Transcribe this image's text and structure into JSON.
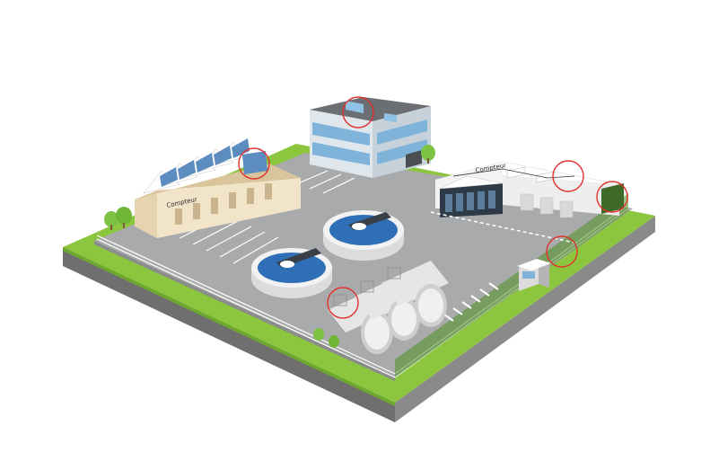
{
  "labels": {
    "factory_roof": "Compteur",
    "warehouse_roof": "Compteur"
  },
  "colors": {
    "grass": "#8cc63f",
    "grass_dark": "#6ea72e",
    "ground_side": "#7c7c7c",
    "asphalt": "#a9aaab",
    "office_wall": "#e9eef2",
    "office_glass": "#7fb3d9",
    "water": "#2f6fb8",
    "hotspot": "#e0312b"
  },
  "hotspots": [
    {
      "name": "office-roof-hotspot"
    },
    {
      "name": "factory-roof-hotspot"
    },
    {
      "name": "warehouse-roof-hotspot"
    },
    {
      "name": "warehouse-side-hotspot"
    },
    {
      "name": "entrance-hotspot"
    },
    {
      "name": "tank-hotspot"
    }
  ]
}
